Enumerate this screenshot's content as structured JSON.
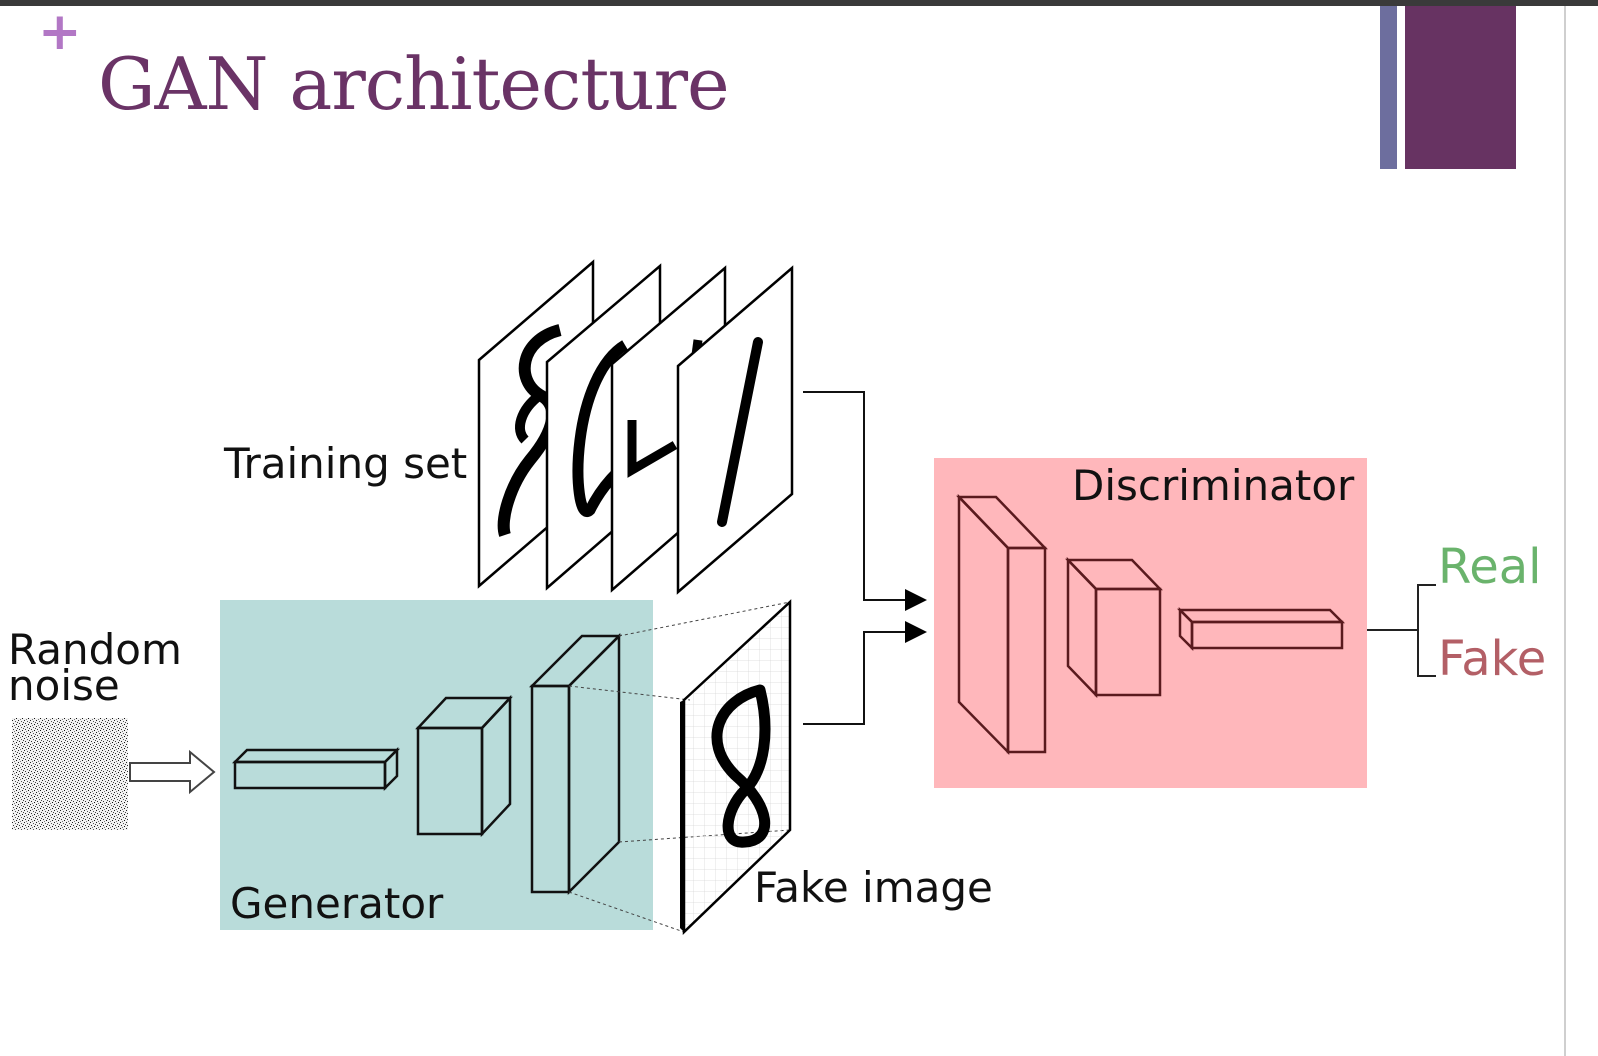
{
  "slide": {
    "plus_glyph": "+",
    "title": "GAN architecture",
    "accent_colors": [
      "#6d6e9e",
      "#673362"
    ]
  },
  "diagram": {
    "training_set_label": "Training set",
    "random_noise_line1": "Random",
    "random_noise_line2": "noise",
    "generator_label": "Generator",
    "fake_image_label": "Fake image",
    "discriminator_label": "Discriminator",
    "real_label": "Real",
    "fake_label": "Fake",
    "colors": {
      "generator_bg": "#b9dcda",
      "discriminator_bg": "#ffb7bb",
      "real": "#6ab36c",
      "fake": "#b35f66"
    }
  }
}
